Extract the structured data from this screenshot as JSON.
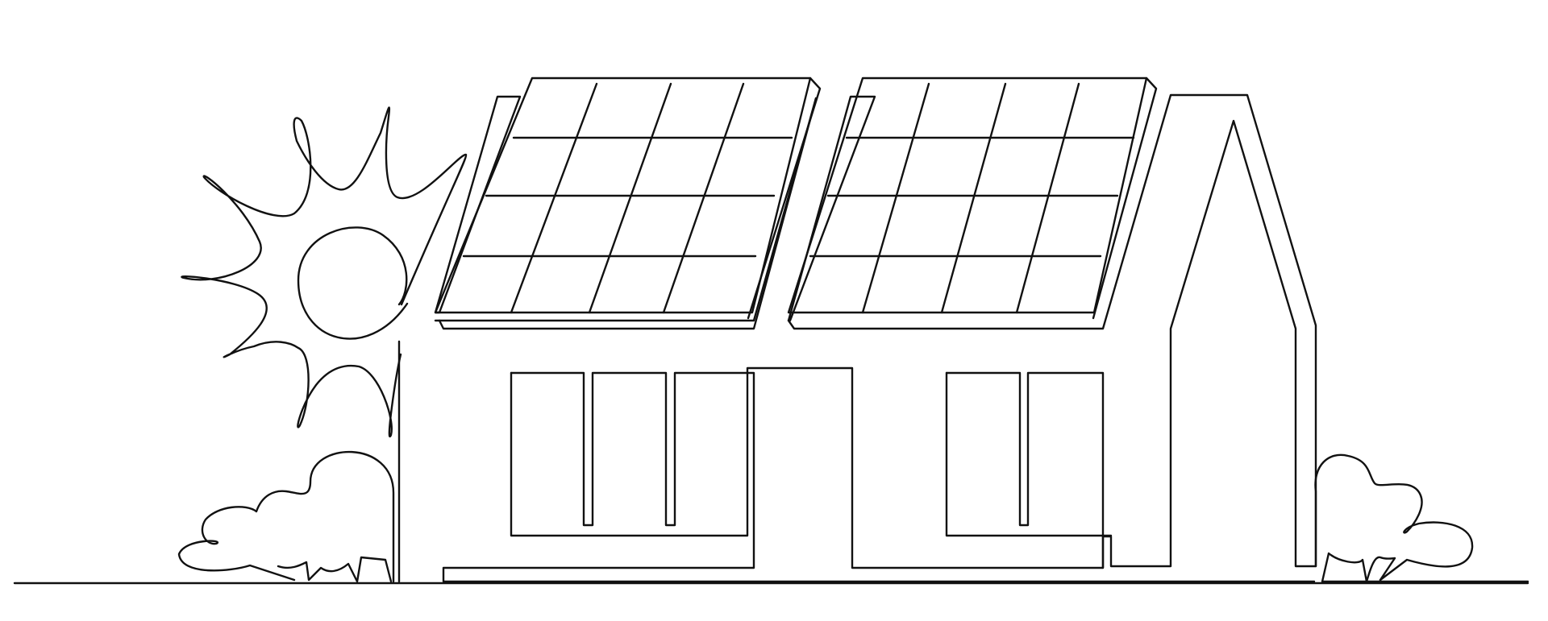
{
  "illustration": {
    "style": "continuous single-line drawing",
    "subject": [
      "house",
      "solar-panels",
      "sun",
      "bushes",
      "ground-line"
    ],
    "colors": {
      "background": "#ffffff",
      "line": "#111111"
    }
  }
}
